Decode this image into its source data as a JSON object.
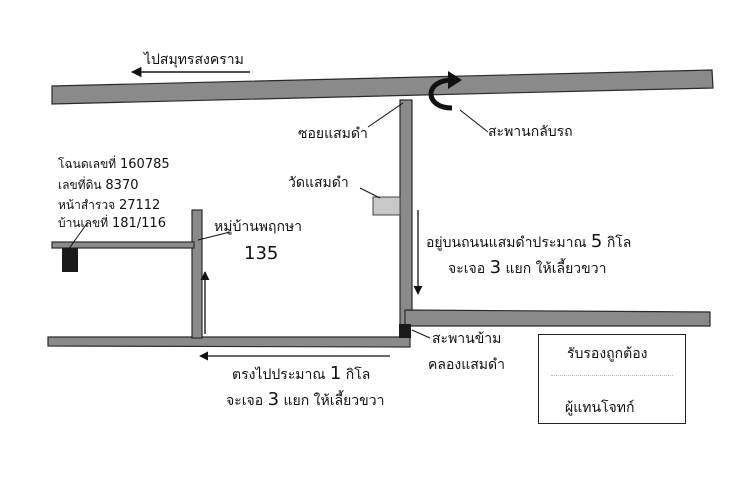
{
  "directions": {
    "to_samut_songkhram": "ไปสมุทรสงคราม",
    "soi_saem_dam": "ซอยแสมดำ",
    "u_turn_bridge": "สะพานกลับรถ",
    "wat_saem_dam": "วัดแสมดำ",
    "saem_dam_road_line1": {
      "text": "อยู่บนถนนแสมดำประมาณ",
      "num": "5",
      "unit": "กิโล"
    },
    "saem_dam_road_line2": {
      "text": "จะเจอ",
      "num": "3",
      "rest": "แยก ให้เลี้ยวขวา"
    },
    "canal_bridge_line1": "สะพานข้าม",
    "canal_bridge_line2": "คลองแสมดำ",
    "straight_line1": {
      "text": "ตรงไปประมาณ",
      "num": "1",
      "unit": "กิโล"
    },
    "straight_line2": {
      "text": "จะเจอ",
      "num": "3",
      "rest": "แยก ให้เลี้ยวขวา"
    },
    "village_name": "หมู่บ้านพฤกษา",
    "village_number": "135"
  },
  "deed": {
    "deed_no": {
      "label": "โฉนดเลขที่",
      "value": "160785"
    },
    "land_no": {
      "label": "เลขที่ดิน",
      "value": "8370"
    },
    "survey_page": {
      "label": "หน้าสำรวจ",
      "value": "27112"
    },
    "house_no": {
      "label": "บ้านเลขที่",
      "value": "181/116"
    }
  },
  "certification": {
    "title": "รับรองถูกต้อง",
    "signer": "ผู้แทนโจทก์"
  },
  "colors": {
    "road": "#8a8a8a",
    "road_outline": "#2a2a2a",
    "marker": "#1a1a1a",
    "temple": "#c8c8c8"
  }
}
